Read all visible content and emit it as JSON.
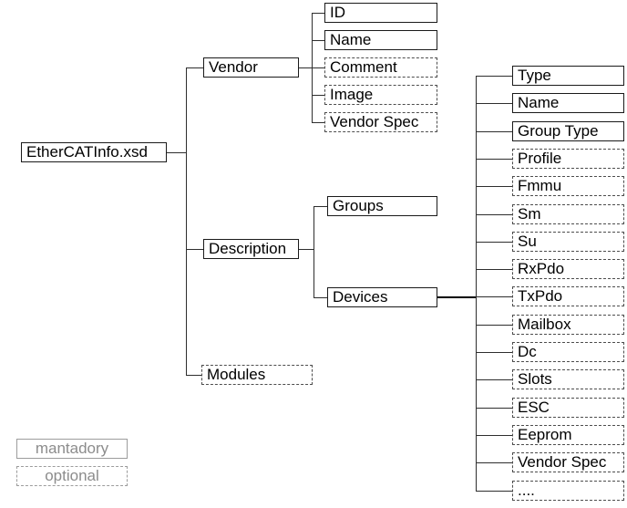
{
  "tree": {
    "root": {
      "label": "EtherCATInfo.xsd",
      "style": "mandatory"
    },
    "branches": [
      {
        "label": "Vendor",
        "style": "mandatory"
      },
      {
        "label": "Description",
        "style": "mandatory"
      },
      {
        "label": "Modules",
        "style": "optional"
      }
    ],
    "vendor_children": [
      {
        "label": "ID",
        "style": "mandatory"
      },
      {
        "label": "Name",
        "style": "mandatory"
      },
      {
        "label": "Comment",
        "style": "optional"
      },
      {
        "label": "Image",
        "style": "optional"
      },
      {
        "label": "Vendor Spec",
        "style": "optional"
      }
    ],
    "description_children": [
      {
        "label": "Groups",
        "style": "mandatory"
      },
      {
        "label": "Devices",
        "style": "mandatory"
      }
    ],
    "devices_children": [
      {
        "label": "Type",
        "style": "mandatory"
      },
      {
        "label": "Name",
        "style": "mandatory"
      },
      {
        "label": "Group Type",
        "style": "mandatory"
      },
      {
        "label": "Profile",
        "style": "optional"
      },
      {
        "label": "Fmmu",
        "style": "optional"
      },
      {
        "label": "Sm",
        "style": "optional"
      },
      {
        "label": "Su",
        "style": "optional"
      },
      {
        "label": "RxPdo",
        "style": "optional"
      },
      {
        "label": "TxPdo",
        "style": "optional"
      },
      {
        "label": "Mailbox",
        "style": "optional"
      },
      {
        "label": "Dc",
        "style": "optional"
      },
      {
        "label": "Slots",
        "style": "optional"
      },
      {
        "label": "ESC",
        "style": "optional"
      },
      {
        "label": "Eeprom",
        "style": "optional"
      },
      {
        "label": "Vendor Spec",
        "style": "optional"
      },
      {
        "label": "....",
        "style": "optional"
      }
    ]
  },
  "legend": {
    "mandatory_label": "mantadory",
    "optional_label": "optional"
  },
  "colors": {
    "background": "#ffffff",
    "text": "#000000",
    "box_border": "#1a1a1a",
    "optional_border": "#4d4d4d",
    "line": "#2e2e2e",
    "legend_border": "#9c9c9c",
    "legend_text": "#8c8c8c"
  }
}
